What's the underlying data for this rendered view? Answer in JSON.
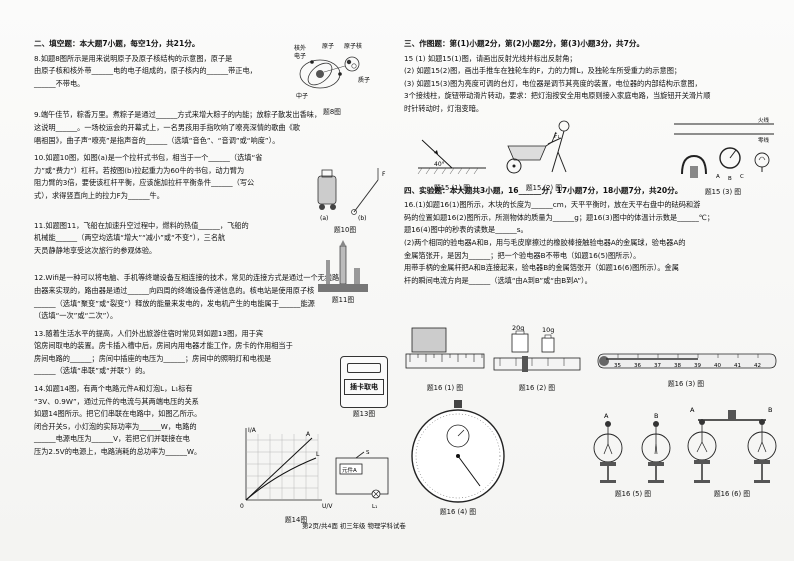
{
  "section2_title": "二、填空题：本大题7小题，每空1分，共21分。",
  "q8": {
    "l1": "8.如题8图所示是用来说明原子及原子核结构的示意图，原子是",
    "l2": "由原子核和核外带______电的电子组成的，原子核内的______带正电，",
    "l3": "______不带电。",
    "caption": "题8图",
    "fig_labels": [
      "核外",
      "电子",
      "原子",
      "原子核",
      "质子",
      "中子"
    ]
  },
  "q9": {
    "l1": "9.端午佳节，粽香万里。煮粽子是通过______方式来增大粽子的内能；放粽子散发出香味，",
    "l2": "这说明______。一场校运会的开幕式上，一名男孩用手指吹响了嘹亮深情的歌曲《歌",
    "l3": "唱祖国》，曲子声“嘹亮”是指声音的______（选填“音色”、“音调”或“响度”）。"
  },
  "q10": {
    "l1": "10.如题10图，如图(a)是一个拉杆式书包，相当于一个______（选填“省",
    "l2": "力”或“费力”）杠杆。若按图(b)拉起重力为60牛的书包，动力臂为",
    "l3": "阻力臂的3倍，要使该杠杆平衡，应该施加拉杆平衡条件______（写公",
    "l4": "式），求得竖直向上的拉力F为______牛。",
    "caption": "题10图",
    "fig_labels": [
      "(a)",
      "(b)",
      "F"
    ]
  },
  "q11": {
    "l1": "11.如题图11，飞船在加速升空过程中，燃料的热值______，飞船的",
    "l2": "机械能______（两空均选填“增大”“减小”或“不变”），三名航",
    "l3": "天员静静地享受这次旅行的参观体验。",
    "caption": "题11图"
  },
  "q12": {
    "l1": "12.Wifi是一种可以将电脑、手机等终端设备互相连接的技术，常见的连接方式是通过一个无线路",
    "l2": "由器来实现的，路由器是通过______向四周的终端设备传递信息的。核电站是使用原子核",
    "l3": "______（选填“聚变”或“裂变”）释放的能量来发电的，发电机产生的电能属于______能源",
    "l4": "（选填“一次”或“二次”）。"
  },
  "q13": {
    "l1": "13.随着生活水平的提高，人们外出旅游住宿时常见到如题13图，用于宾",
    "l2": "馆房间取电的装置。房卡插入槽中后，房间内用电器才能工作，房卡的作用相当于",
    "l3": "房间电路的______；房间中插座的电压为______；房间中的照明灯和电视是",
    "l4": "______（选填“串联”或“并联”）的。",
    "caption": "题13图",
    "card_text": "插卡取电"
  },
  "q14": {
    "l1": "14.如题14图，有两个电路元件A和灯泡L，L₁标有",
    "l2": "“3V、0.9W”，通过元件的电流与其两端电压的关系",
    "l3": "如题14图所示。把它们串联在电路中，如图乙所示。",
    "l4": "闭合开关S，小灯泡的实际功率为______W，电路的",
    "l5": "______电源电压为______V，若把它们并联接在电",
    "l6": "压为2.5V的电源上，电路消耗的总功率为______W。",
    "caption": "题14图",
    "graph_labels": [
      "I/A",
      "U/V",
      "A",
      "L",
      "0"
    ],
    "circuit_labels": [
      "元件A",
      "L₁",
      "S"
    ]
  },
  "section3": {
    "title": "三、作图题：第(1)小题2分，第(2)小题2分，第(3)小题3分，共7分。",
    "l1": "15 (1) 如题15(1)图，请画出反射光线并标出反射角；",
    "l2": "(2) 如题15(2)图，画出手推车在独轮车的F，力的力臂L，及独轮车所受重力的示意图；",
    "l3": "(3) 如题15(3)图为亮度可调的台灯，电位器是调节其亮度的装置，电位器的内部结构示意图，",
    "l4": "3个接线柱，旋钮带动滑片转动，要求：把灯泡按安全用电原则接入家庭电路，当旋钮开关滑片顺",
    "l5": "时针转动时，灯泡变暗。",
    "captions": [
      "题15 (1) 图",
      "题15 (2) 图",
      "题15 (3) 图"
    ],
    "fig_labels": [
      "40°",
      "F₁",
      "火线",
      "零线",
      "A",
      "B",
      "C"
    ]
  },
  "section4": {
    "title": "四、实验题：本大题共3小题，16______分，17小题7分，18小题7分，共20分。",
    "l1": "16.(1)如题16(1)图所示，木块的长度为______cm，天平平衡时，放在天平右盘中的砝码和游",
    "l2": "码的位置如题16(2)图所示，所测物体的质量为______g；题16(3)图中的体温计示数是______℃；",
    "l3": "题16(4)图中的秒表的读数是______s。",
    "l4": "(2)两个相同的验电器A和B，用与毛皮摩擦过的橡胶棒接触验电器A的金属球，验电器A的",
    "l5": "金属箔张开，是因为______；把一个验电器B不带电（如题16(5)图所示）。",
    "l6": "用带手柄的金属杆把A和B连接起来，验电器B的金属箔张开（如题16(6)图所示）。金属",
    "l7": "杆的瞬间电流方向是______（选填“由A到B”或“由B到A”）。",
    "captions": [
      "题16 (1) 图",
      "题16 (2) 图",
      "题16 (3) 图",
      "题16 (4) 图",
      "题16 (5) 图",
      "题16 (6) 图"
    ],
    "weights": [
      "20g",
      "10g"
    ],
    "thermo_ticks": [
      "35",
      "36",
      "37",
      "38",
      "39",
      "40",
      "41",
      "42"
    ],
    "electroscope_labels": [
      "A",
      "B",
      "A",
      "B"
    ]
  },
  "footer": "第2页/共4面  初三年级  物理学科试卷"
}
